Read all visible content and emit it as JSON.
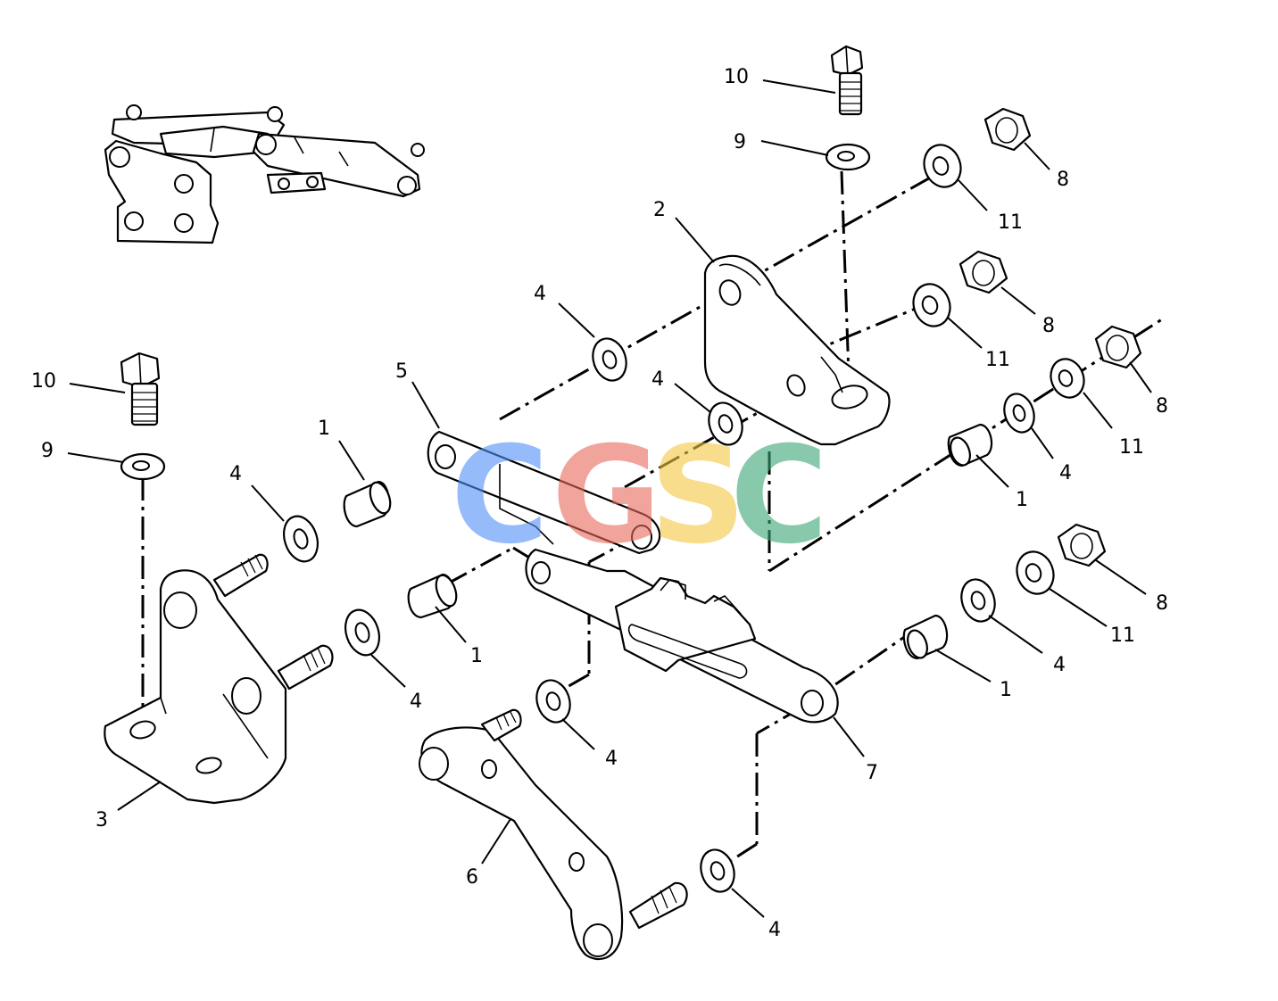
{
  "diagram": {
    "callouts": [
      {
        "id": "c10a",
        "label": "10"
      },
      {
        "id": "c9a",
        "label": "9"
      },
      {
        "id": "c8a",
        "label": "8"
      },
      {
        "id": "c11a",
        "label": "11"
      },
      {
        "id": "c2",
        "label": "2"
      },
      {
        "id": "c8b",
        "label": "8"
      },
      {
        "id": "c4a",
        "label": "4"
      },
      {
        "id": "c11b",
        "label": "11"
      },
      {
        "id": "c8c",
        "label": "8"
      },
      {
        "id": "c10b",
        "label": "10"
      },
      {
        "id": "c4b",
        "label": "4"
      },
      {
        "id": "c5",
        "label": "5"
      },
      {
        "id": "c11c",
        "label": "11"
      },
      {
        "id": "c9b",
        "label": "9"
      },
      {
        "id": "c1a",
        "label": "1"
      },
      {
        "id": "c4c",
        "label": "4"
      },
      {
        "id": "c4d",
        "label": "4"
      },
      {
        "id": "c1b",
        "label": "1"
      },
      {
        "id": "c8d",
        "label": "8"
      },
      {
        "id": "c11d",
        "label": "11"
      },
      {
        "id": "c1c",
        "label": "1"
      },
      {
        "id": "c4e",
        "label": "4"
      },
      {
        "id": "c4f",
        "label": "4"
      },
      {
        "id": "c1d",
        "label": "1"
      },
      {
        "id": "c4g",
        "label": "4"
      },
      {
        "id": "c7",
        "label": "7"
      },
      {
        "id": "c3",
        "label": "3"
      },
      {
        "id": "c6",
        "label": "6"
      },
      {
        "id": "c4h",
        "label": "4"
      }
    ]
  },
  "watermark": {
    "text": "CGSC",
    "letters": [
      {
        "char": "C",
        "color": "#4f8ef7"
      },
      {
        "char": "G",
        "color": "#e8685c"
      },
      {
        "char": "S",
        "color": "#f5c842"
      },
      {
        "char": "C",
        "color": "#3aa676"
      }
    ]
  }
}
